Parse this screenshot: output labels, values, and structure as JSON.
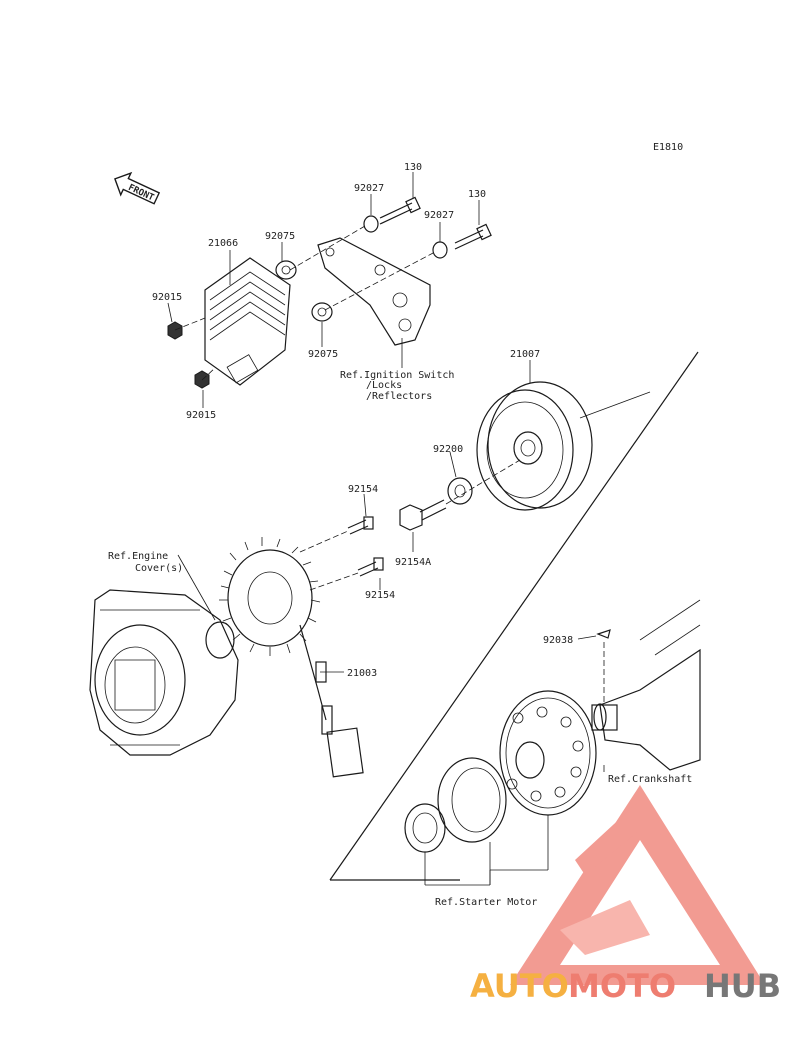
{
  "diagram": {
    "code": "E1810",
    "front_label": "FRONT",
    "parts": {
      "p130a": "130",
      "p130b": "130",
      "p92027a": "92027",
      "p92027b": "92027",
      "p21066": "21066",
      "p92075a": "92075",
      "p92075b": "92075",
      "p92015a": "92015",
      "p92015b": "92015",
      "p21007": "21007",
      "p92200": "92200",
      "p92154a": "92154",
      "p92154A": "92154A",
      "p92154b": "92154",
      "p21003": "21003",
      "p92038": "92038"
    },
    "refs": {
      "ignition": [
        "Ref.Ignition Switch",
        "/Locks",
        "/Reflectors"
      ],
      "engine_cover": [
        "Ref.Engine",
        "Cover(s)"
      ],
      "crankshaft": "Ref.Crankshaft",
      "starter_motor": "Ref.Starter Motor"
    }
  },
  "watermark": {
    "text_a": "AUTO",
    "text_b": "MOTO",
    "text_c": "HUB",
    "colors": {
      "orange": "#f5b041",
      "red": "#ee7d70",
      "grey": "#777777",
      "triangle": "#f08a80"
    }
  }
}
